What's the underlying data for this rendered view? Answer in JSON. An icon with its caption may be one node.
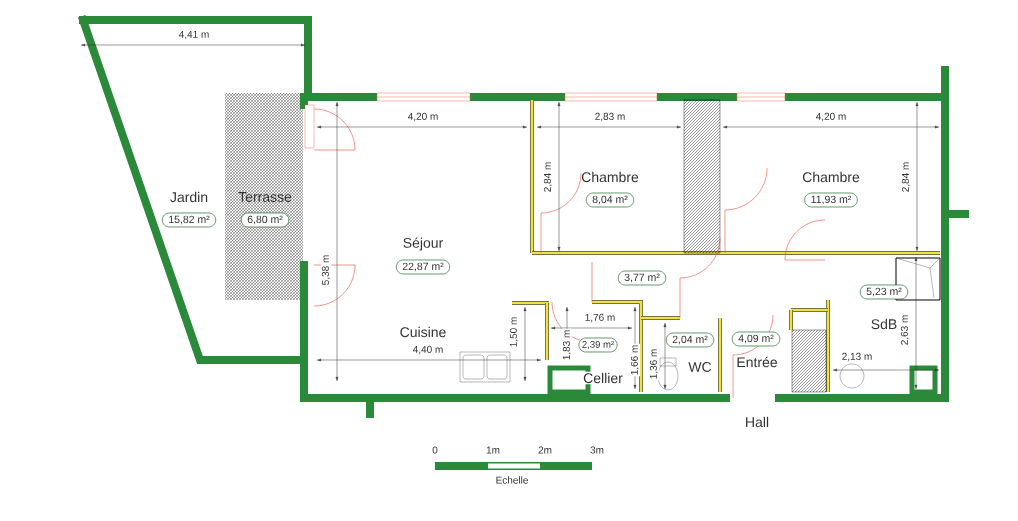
{
  "diagram": {
    "nodes": [
      {
        "text": [
          "Jardin",
          "15,82 m²"
        ]
      },
      {
        "text": [
          "Terrasse",
          "6,80 m²"
        ]
      },
      {
        "text": [
          "Séjour",
          "22,87 m²"
        ]
      },
      {
        "text": [
          "Chambre",
          "8,04 m²"
        ]
      },
      {
        "text": [
          "Chambre",
          "11,93 m²"
        ]
      },
      {
        "text": [
          "3,77 m²"
        ]
      },
      {
        "text": [
          "2,39 m²"
        ]
      },
      {
        "text": [
          "2,04 m²"
        ]
      },
      {
        "text": [
          "4,09 m²"
        ]
      },
      {
        "text": [
          "5,23 m²"
        ]
      }
    ],
    "labels": [
      "4,41 m",
      "4,20 m",
      "2,83 m",
      "4,20 m",
      "2,84 m",
      "2,84 m",
      "5,38 m",
      "1,76 m",
      "1,83 m",
      "1,66 m",
      "SdB",
      "2,63 m",
      "Cuisine",
      "1,50 m",
      "4,40 m",
      "1,36 m",
      "2,13 m",
      "Entrée",
      "WC",
      "Cellier",
      "Hall",
      "0",
      "1m",
      "2m",
      "3m",
      "Echelle"
    ]
  }
}
